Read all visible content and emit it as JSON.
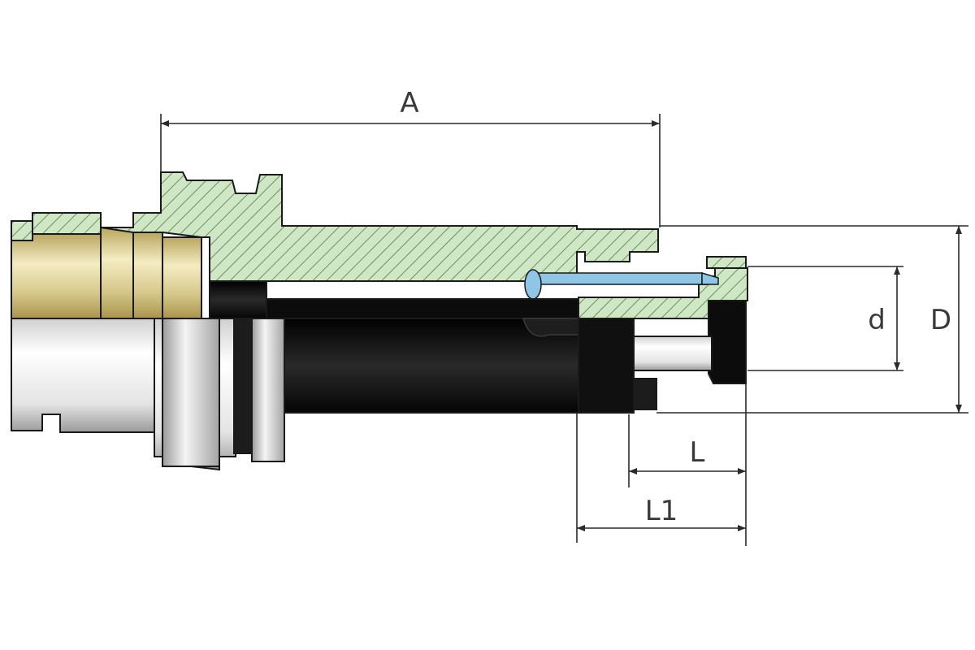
{
  "dimensions": {
    "A": "A",
    "D": "D",
    "d": "d",
    "L": "L",
    "L1": "L1"
  },
  "colors": {
    "section_fill": "#cfe7c4",
    "hatch": "#6c8f63",
    "steel_dark": "#141414",
    "gold": "#d9c98a",
    "silver": "#e6e6e6",
    "coolant_pipe": "#8fc6e6"
  }
}
